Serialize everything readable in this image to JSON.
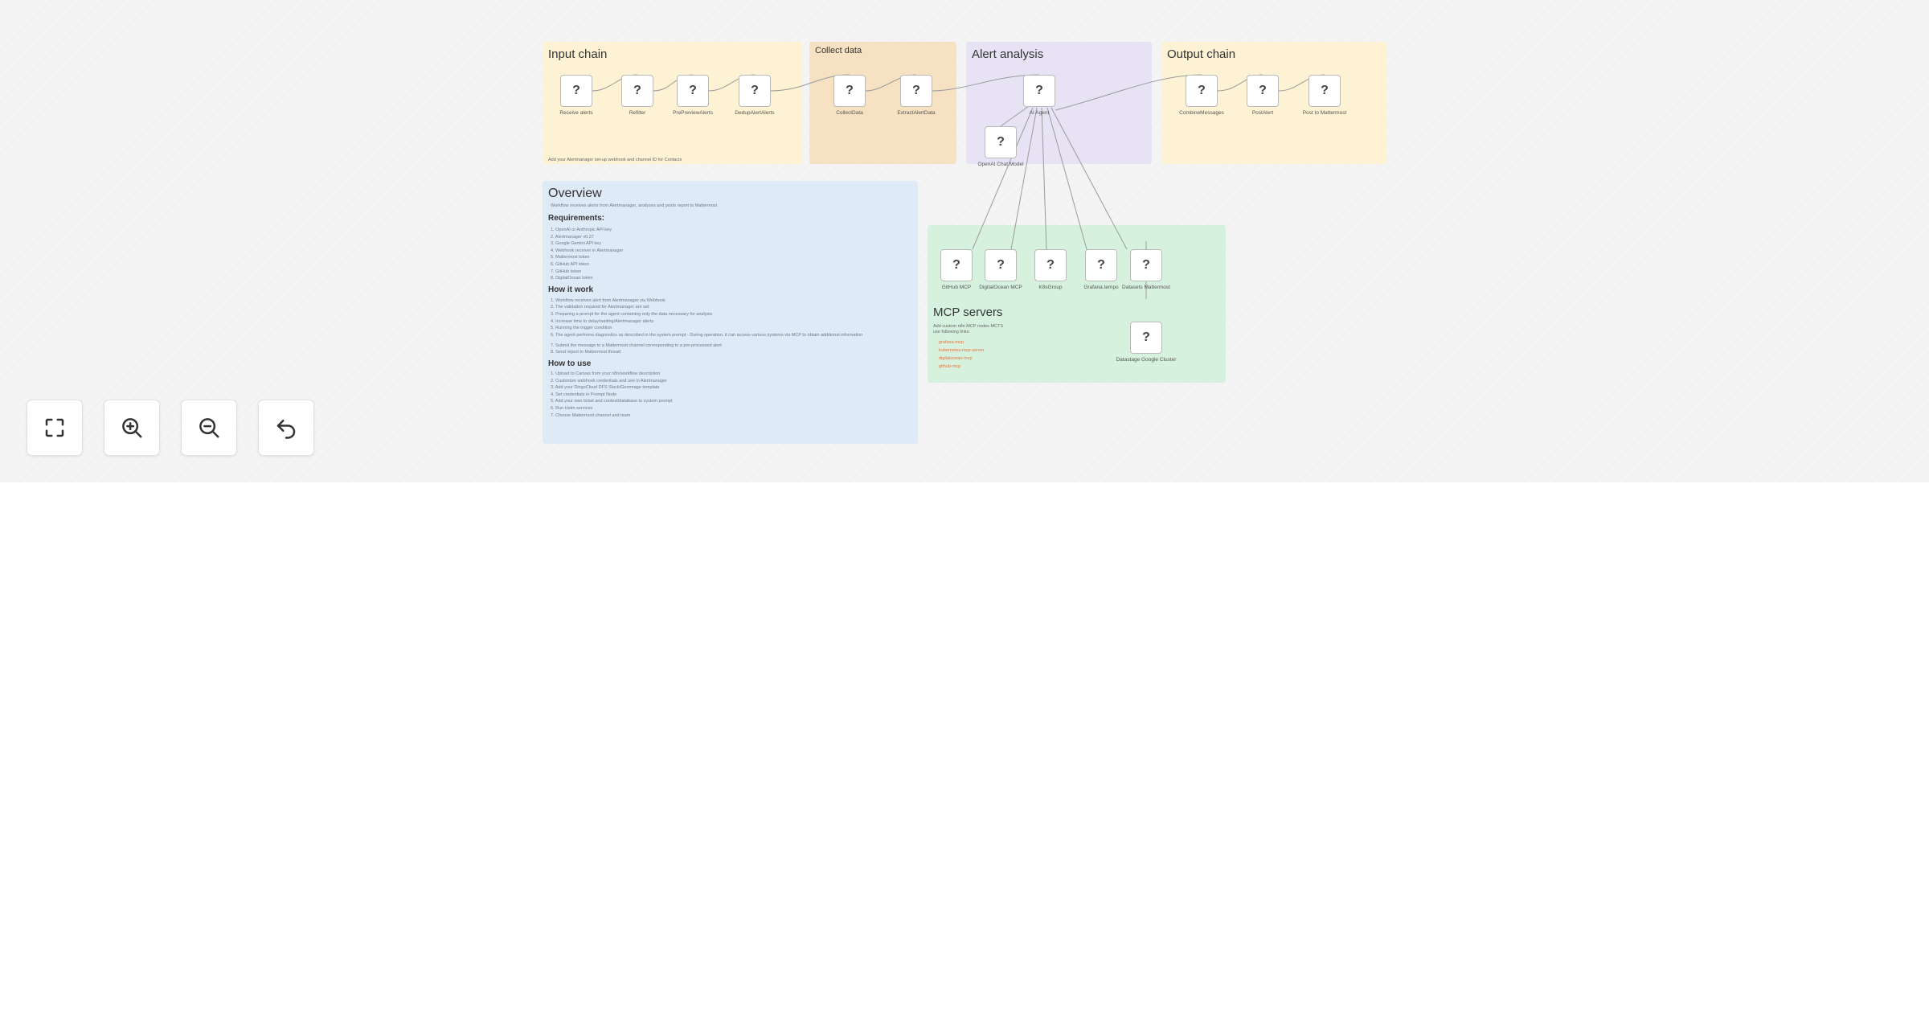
{
  "canvas": {
    "groups": {
      "input_chain": {
        "title": "Input chain",
        "note": "Add your Alertmanager set-up webhook and channel ID for Contacts",
        "color": "#fdf2d3"
      },
      "collect_data": {
        "title": "Collect data",
        "color": "#f6e1c2"
      },
      "alert_analysis": {
        "title": "Alert analysis",
        "color": "#e7e3f5"
      },
      "output_chain": {
        "title": "Output chain",
        "color": "#fdf2d3"
      },
      "overview": {
        "title": "Overview",
        "color": "#dfeaf7"
      },
      "mcp_servers": {
        "title": "MCP servers",
        "color": "#d6f2de"
      }
    },
    "node_glyph": "?",
    "nodes": [
      {
        "id": "n1",
        "label": "Receive alerts"
      },
      {
        "id": "n2",
        "label": "Refilter"
      },
      {
        "id": "n3",
        "label": "PrePreviewAlerts"
      },
      {
        "id": "n4",
        "label": "DedupAlertAlerts"
      },
      {
        "id": "n5",
        "label": "CollectData"
      },
      {
        "id": "n6",
        "label": "ExtractAlertData"
      },
      {
        "id": "n7",
        "label": "AI Agent"
      },
      {
        "id": "n8",
        "label": "OpenAI Chat Model"
      },
      {
        "id": "n9",
        "label": "CombineMessages"
      },
      {
        "id": "n10",
        "label": "PostAlert"
      },
      {
        "id": "n11",
        "label": "Post to Mattermost"
      },
      {
        "id": "n12",
        "label": "GitHub MCP"
      },
      {
        "id": "n13",
        "label": "DigitalOcean MCP"
      },
      {
        "id": "n14",
        "label": "K8sGroup"
      },
      {
        "id": "n15",
        "label": "Grafana.tempo"
      },
      {
        "id": "n16",
        "label": "Datasets Mattermost"
      },
      {
        "id": "n17",
        "label": "Datastage Google Cluster"
      }
    ],
    "overview": {
      "intro": "Workflow receives alerts from Alertmanager, analyzes and posts report to Mattermost",
      "requirements_heading": "Requirements:",
      "requirements": [
        "1. OpenAI or Anthropic API key",
        "2. Alertmanager v0.27",
        "3. Google Gemini API key",
        "4. Webhook receiver in Alertmanager",
        "5. Mattermost token",
        "6. GitHub API token",
        "7. GitHub token",
        "8. DigitalOcean token"
      ],
      "how_it_works_heading": "How it work",
      "how_it_works": [
        "1. Workflow receives alert from Alertmanager via Webhook",
        "2. The validation required for Alertmanager are set",
        "3. Preparing a prompt for the agent containing only the data necessary for analysis",
        "4. Increase time to delay/waiting/Alertmanager alerts",
        "5. Running the trigger condition",
        "6. The agent performs diagnostics as described in the system prompt - During operation, it can access various systems via MCP to obtain additional information",
        "7. Submit the message to a Mattermost channel corresponding to a pre-processed alert",
        "8. Send report to Mattermost thread"
      ],
      "how_to_use_heading": "How to use",
      "how_to_use": [
        "1. Upload to Canvas from your n8n/workflow description",
        "2. Customize webhook credentials and use in Alertmanager",
        "3. Add your DingoCloud DFS Slack/Gemmage template",
        "4. Set credentials in Prompt Node",
        "5. Add your own ticket and context/database to system prompt",
        "6. Run Helm services",
        "7. Choose Mattermost channel and team"
      ]
    },
    "mcp": {
      "note_lines": [
        "Add custom n8n MCP nodes MCTS",
        "use following links:"
      ],
      "links": [
        "grafana-mcp",
        "kubernetes-mcp-server",
        "digitalocean-mcp",
        "github-mcp"
      ]
    }
  },
  "controls": {
    "fit_view": "fit-view",
    "zoom_in": "zoom-in",
    "zoom_out": "zoom-out",
    "reset": "reset"
  }
}
